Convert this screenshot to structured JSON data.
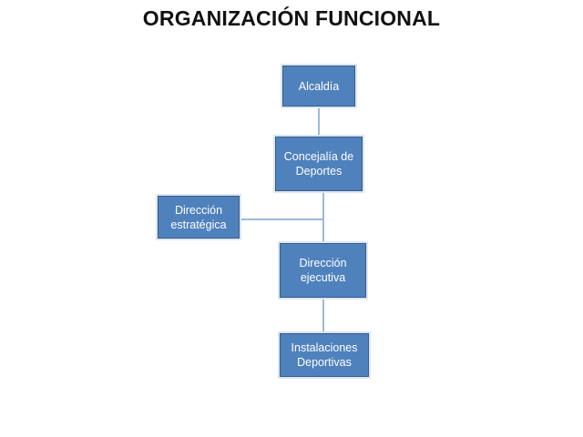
{
  "slide": {
    "title": "ORGANIZACIÓN FUNCIONAL",
    "background_color": "#FFFFFF"
  },
  "theme": {
    "node_fill": "#4F81BD",
    "node_border": "#385D8A",
    "node_glow": "#DCE6F1",
    "node_text": "#FFFFFF",
    "connector_color": "#9CB9DC",
    "title_color": "#111111"
  },
  "chart_data": {
    "type": "diagram",
    "title": "ORGANIZACIÓN FUNCIONAL",
    "orientation": "vertical",
    "nodes": [
      {
        "id": "alcaldia",
        "label": "Alcaldía",
        "level": 0
      },
      {
        "id": "concejalia",
        "label": "Concejalía de\nDeportes",
        "level": 1
      },
      {
        "id": "direccion-estrategica",
        "label": "Dirección\nestratégica",
        "level": 2
      },
      {
        "id": "direccion-ejecutiva",
        "label": "Dirección\nejecutiva",
        "level": 2
      },
      {
        "id": "instalaciones",
        "label": "Instalaciones\nDeportivas",
        "level": 3
      }
    ],
    "edges": [
      {
        "from": "alcaldia",
        "to": "concejalia",
        "style": "straight"
      },
      {
        "from": "concejalia",
        "to": "direccion-ejecutiva",
        "style": "straight"
      },
      {
        "from": "direccion-estrategica",
        "to": "concejalia-ejecutiva-link",
        "style": "elbow"
      },
      {
        "from": "direccion-ejecutiva",
        "to": "instalaciones",
        "style": "straight"
      }
    ]
  }
}
